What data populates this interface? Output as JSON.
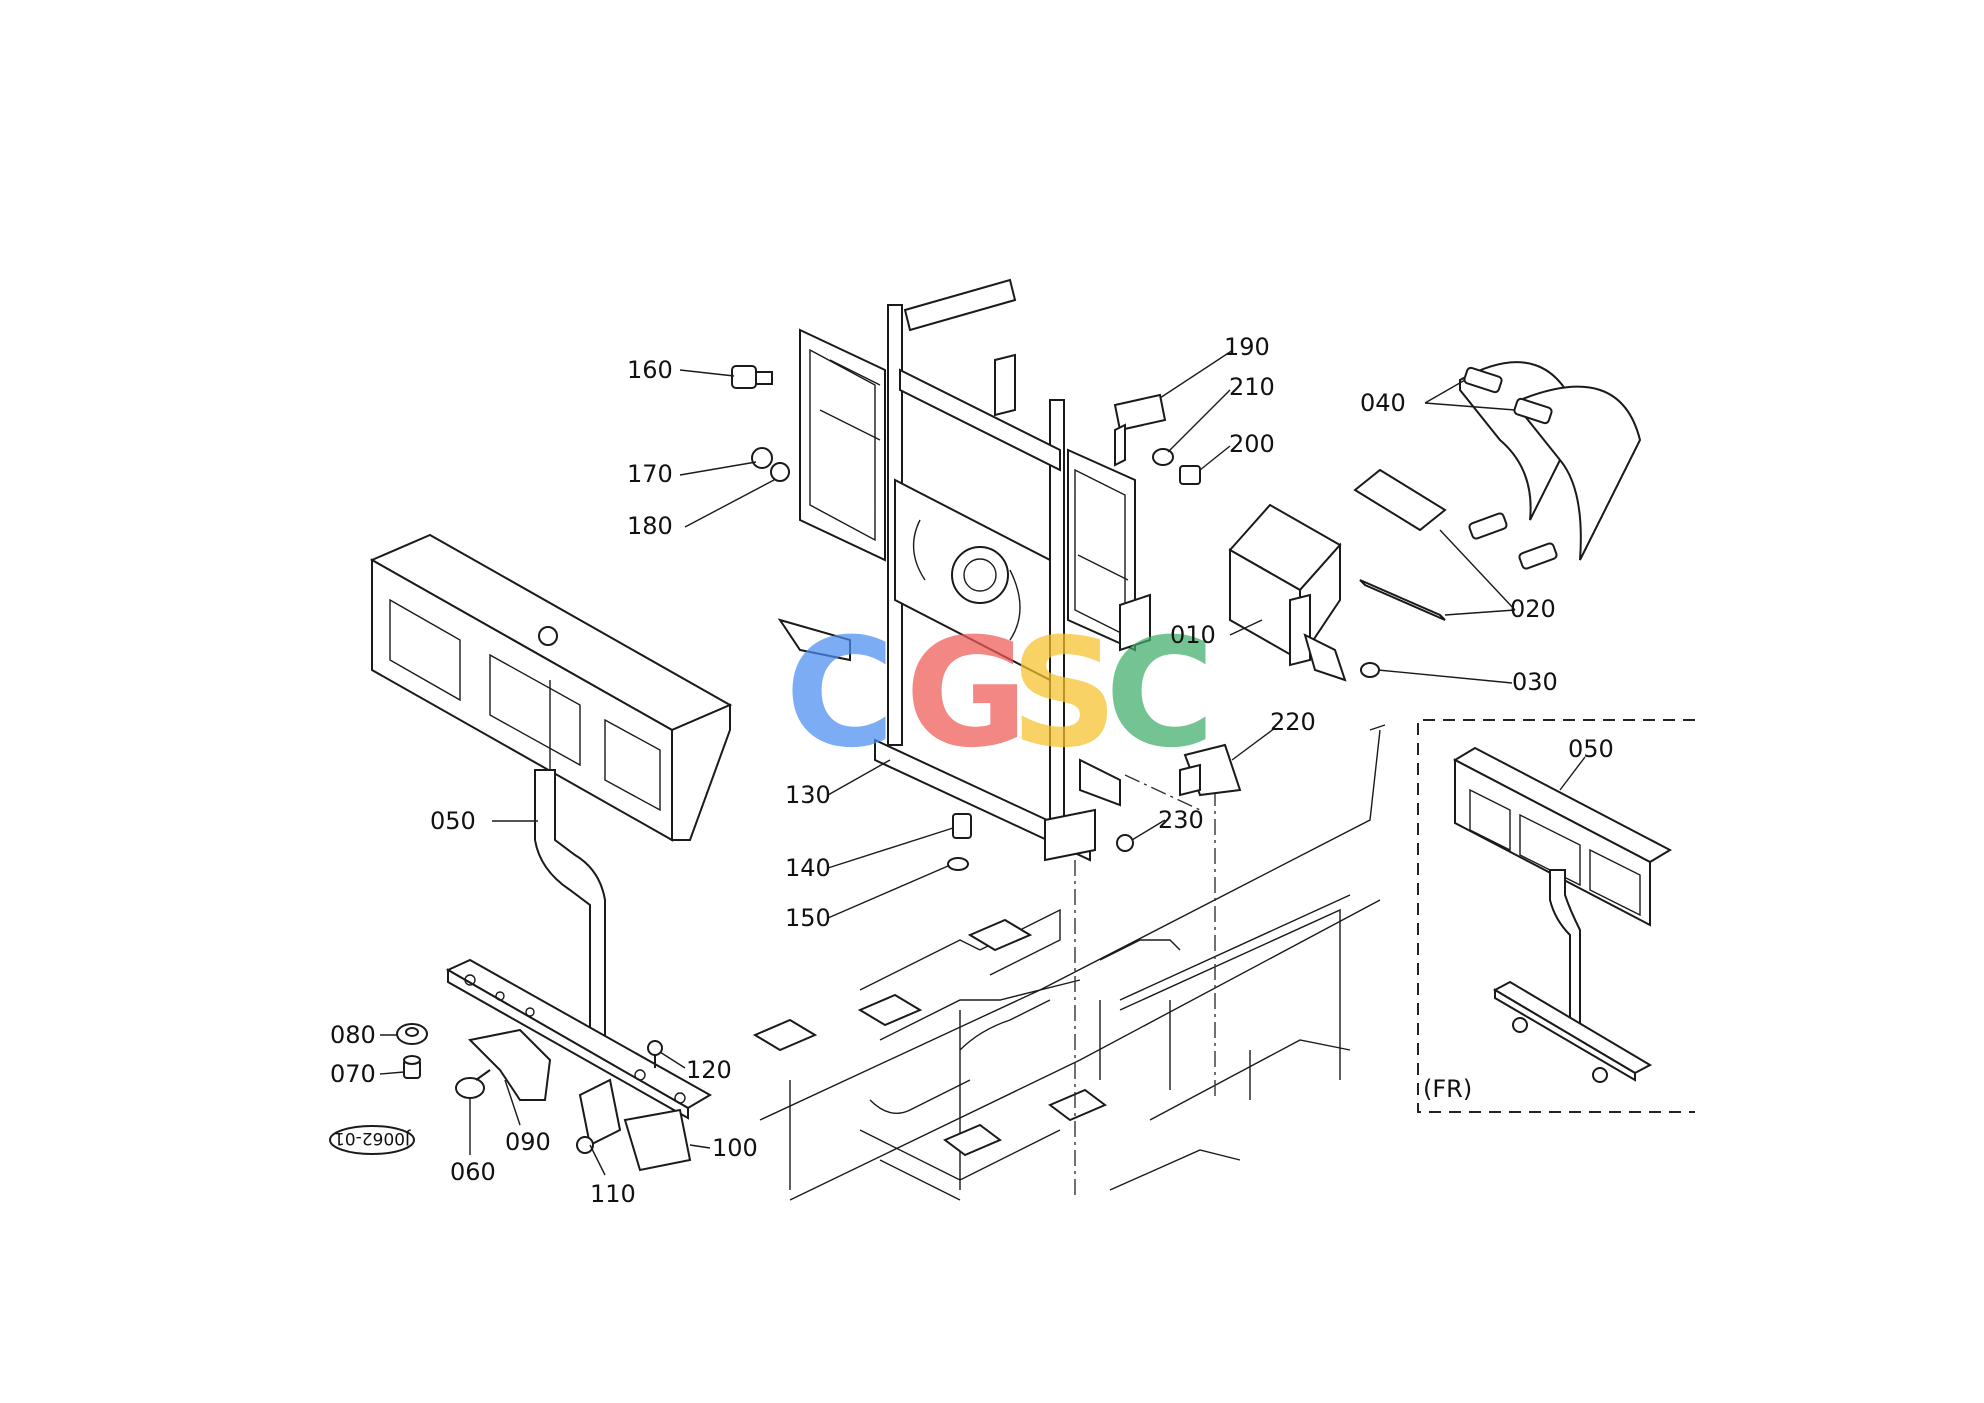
{
  "diagram": {
    "labels": {
      "p010": "010",
      "p020": "020",
      "p030": "030",
      "p040": "040",
      "p050": "050",
      "p050fr": "050",
      "p060": "060",
      "p070": "070",
      "p080": "080",
      "p090": "090",
      "p100": "100",
      "p110": "110",
      "p120": "120",
      "p130": "130",
      "p140": "140",
      "p150": "150",
      "p160": "160",
      "p170": "170",
      "p180": "180",
      "p190": "190",
      "p200": "200",
      "p210": "210",
      "p220": "220",
      "p230": "230",
      "inset_caption": "(FR)",
      "drawing_code": "J0062-01"
    },
    "watermark": {
      "letters": [
        "C",
        "G",
        "S",
        "C"
      ],
      "colors": [
        "#4a8df0",
        "#ef5a55",
        "#f7c12b",
        "#3fae6a"
      ]
    }
  }
}
